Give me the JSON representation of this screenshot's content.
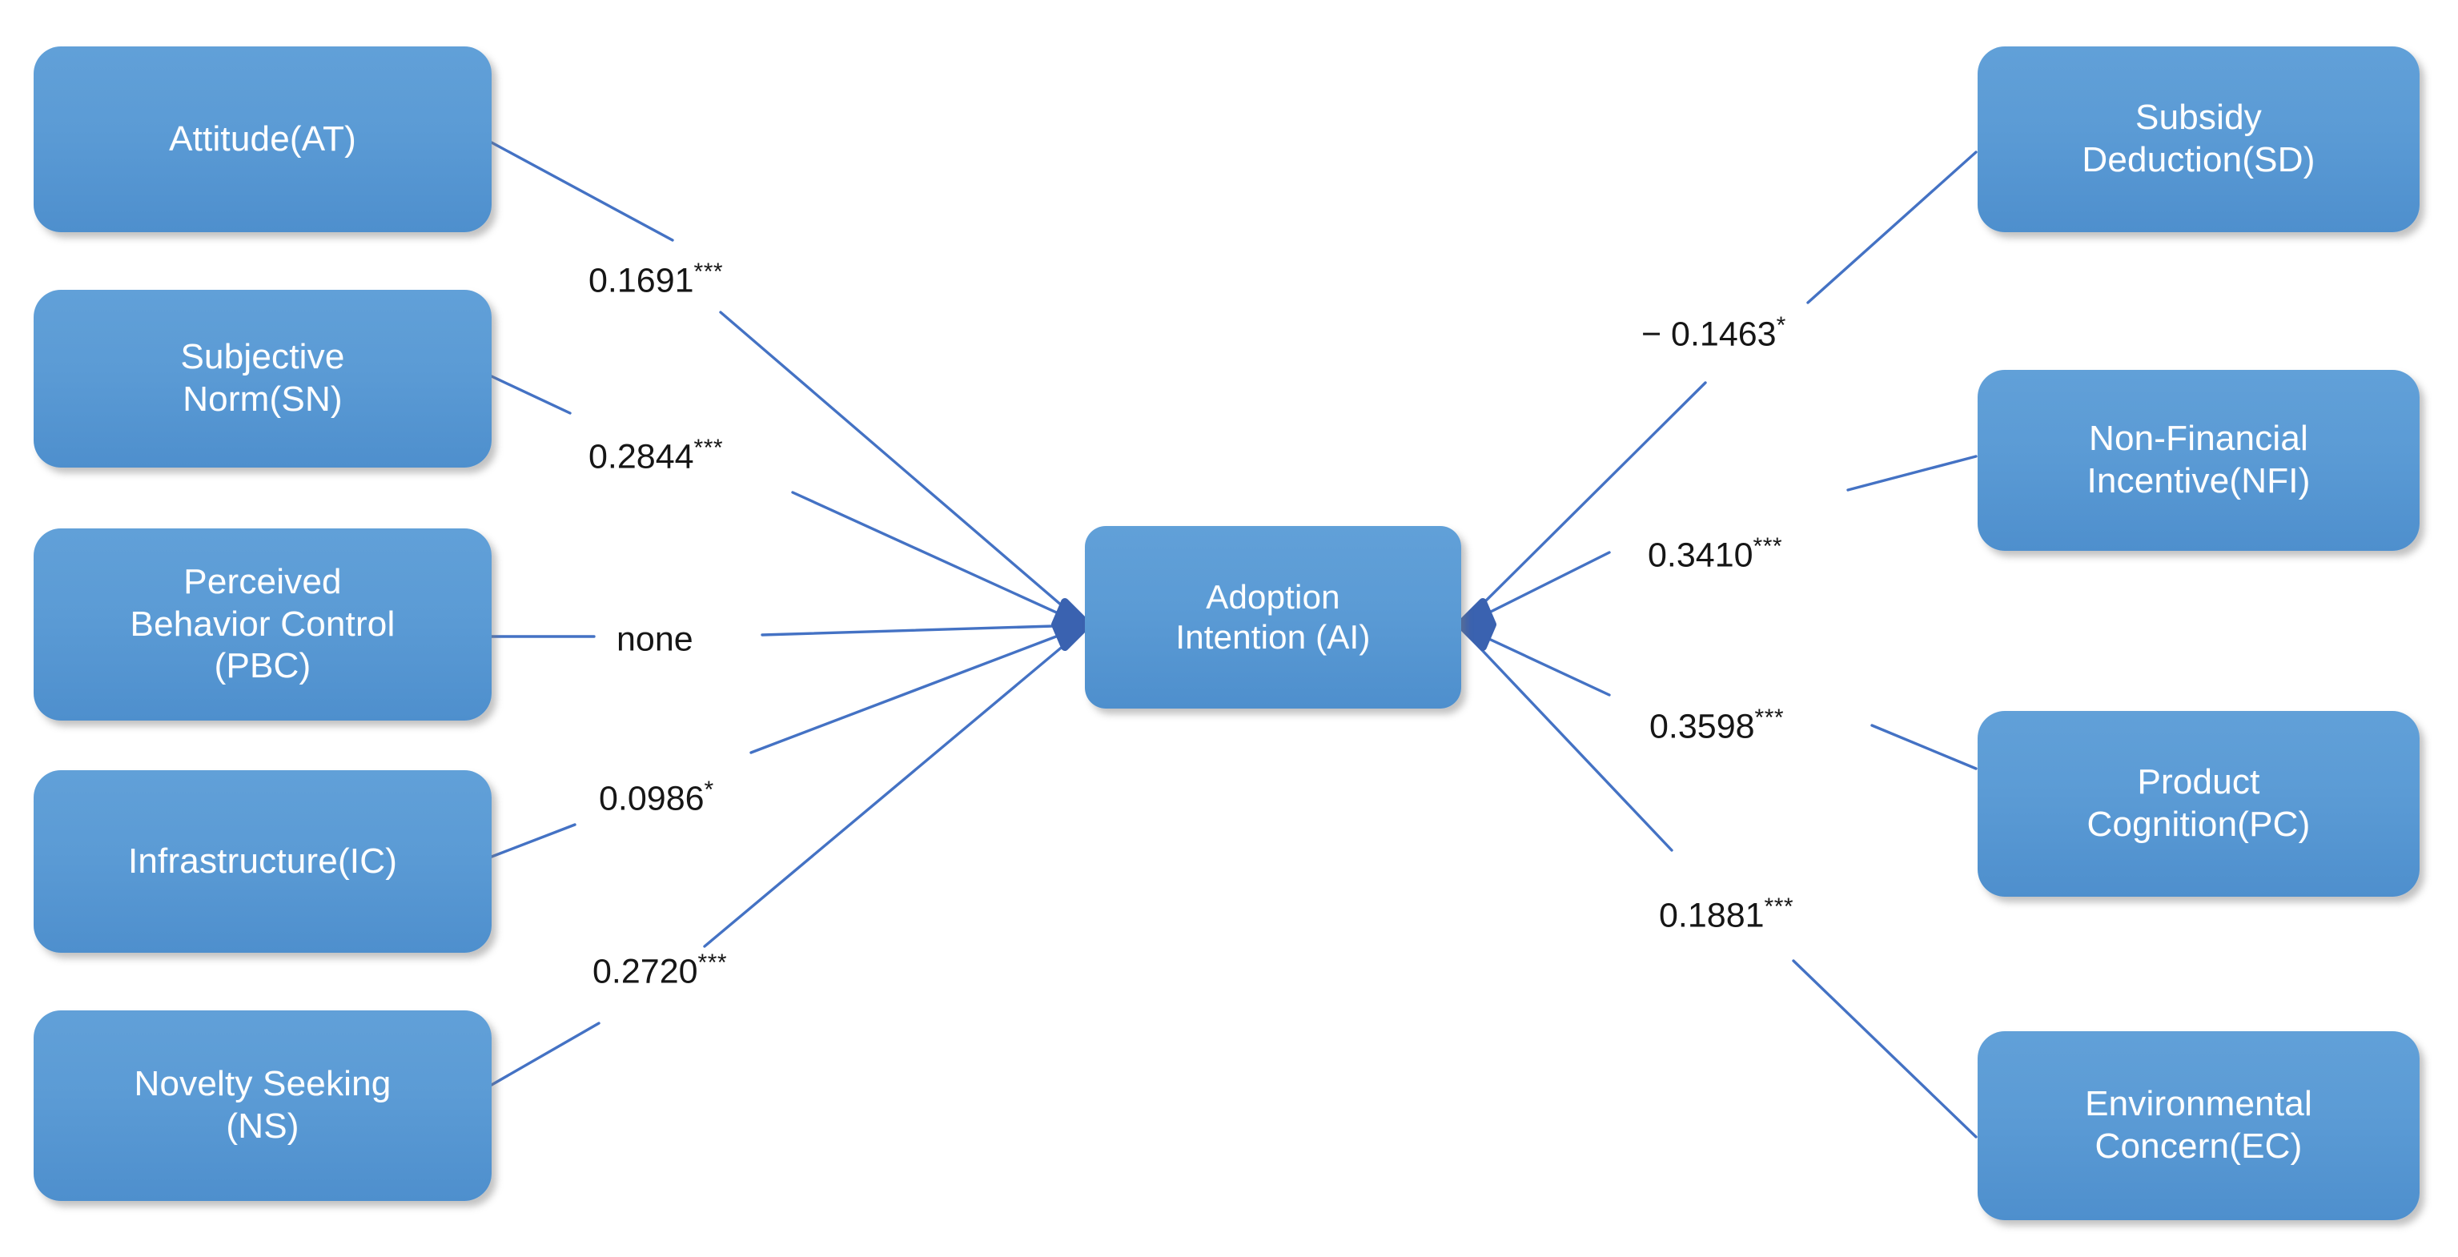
{
  "diagram": {
    "title": "Adoption Intention structural model",
    "colors": {
      "node_fill": "#5B9BD5",
      "node_text": "#FFFFFF",
      "edge_line": "#4472C4",
      "arrow_head": "#3A62B0",
      "label_text": "#161616",
      "background": "#FFFFFF"
    },
    "center": {
      "id": "AI",
      "label": "Adoption\nIntention (AI)"
    },
    "left_nodes": [
      {
        "id": "AT",
        "label": "Attitude(AT)"
      },
      {
        "id": "SN",
        "label": "Subjective\nNorm(SN)"
      },
      {
        "id": "PBC",
        "label": "Perceived\nBehavior Control\n(PBC)"
      },
      {
        "id": "IC",
        "label": "Infrastructure(IC)"
      },
      {
        "id": "NS",
        "label": "Novelty Seeking\n(NS)"
      }
    ],
    "right_nodes": [
      {
        "id": "SD",
        "label": "Subsidy\nDeduction(SD)"
      },
      {
        "id": "NFI",
        "label": "Non-Financial\nIncentive(NFI)"
      },
      {
        "id": "PC",
        "label": "Product\nCognition(PC)"
      },
      {
        "id": "EC",
        "label": "Environmental\nConcern(EC)"
      }
    ],
    "edge_labels": [
      {
        "id": "AT-AI",
        "from": "AT",
        "to": "AI",
        "coefficient": "0.1691",
        "significance": "***",
        "text": "0.1691"
      },
      {
        "id": "SN-AI",
        "from": "SN",
        "to": "AI",
        "coefficient": "0.2844",
        "significance": "***",
        "text": "0.2844"
      },
      {
        "id": "PBC-AI",
        "from": "PBC",
        "to": "AI",
        "coefficient": "none",
        "significance": "",
        "text": "none"
      },
      {
        "id": "IC-AI",
        "from": "IC",
        "to": "AI",
        "coefficient": "0.0986",
        "significance": "*",
        "text": "0.0986"
      },
      {
        "id": "NS-AI",
        "from": "NS",
        "to": "AI",
        "coefficient": "0.2720",
        "significance": "***",
        "text": "0.2720"
      },
      {
        "id": "SD-AI",
        "from": "SD",
        "to": "AI",
        "coefficient": "- 0.1463",
        "significance": "*",
        "text": "− 0.1463"
      },
      {
        "id": "NFI-AI",
        "from": "NFI",
        "to": "AI",
        "coefficient": "0.3410",
        "significance": "***",
        "text": "0.3410"
      },
      {
        "id": "PC-AI",
        "from": "PC",
        "to": "AI",
        "coefficient": "0.3598",
        "significance": "***",
        "text": "0.3598"
      },
      {
        "id": "EC-AI",
        "from": "EC",
        "to": "AI",
        "coefficient": "0.1881",
        "significance": "***",
        "text": "0.1881"
      }
    ]
  }
}
